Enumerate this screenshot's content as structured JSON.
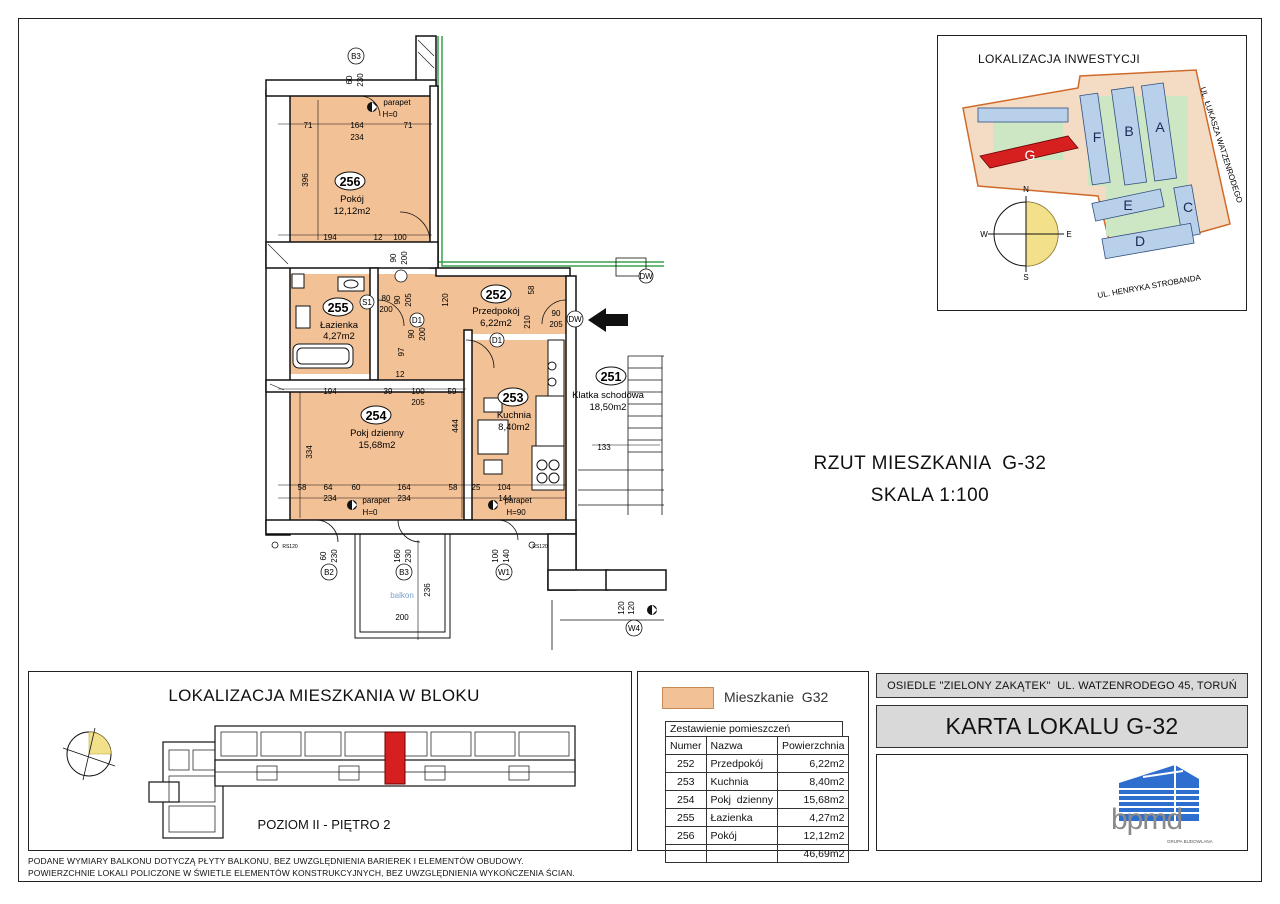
{
  "plan": {
    "title": "RZUT MIESZKANIA  G-32",
    "scale": "SKALA 1:100",
    "rooms": [
      {
        "num": "256",
        "name": "Pokój",
        "area": "12,12m2"
      },
      {
        "num": "255",
        "name": "Łazienka",
        "area": "4,27m2"
      },
      {
        "num": "252",
        "name": "Przedpokój",
        "area": "6,22m2"
      },
      {
        "num": "254",
        "name": "Pokj  dzienny",
        "area": "15,68m2"
      },
      {
        "num": "253",
        "name": "Kuchnia",
        "area": "8,40m2"
      },
      {
        "num": "251",
        "name": "Klatka schodowa",
        "area": "18,50m2"
      }
    ],
    "labels": {
      "b3_top": "B3",
      "b2": "B2",
      "b3_bottom": "B3",
      "w1": "W1",
      "w4": "W4",
      "d1a": "D1",
      "d1b": "D1",
      "s1": "S1",
      "dw1": "DW",
      "dw2": "DW",
      "parapet_top": "parapet",
      "h0_top": "H=0",
      "parapet_mid": "parapet",
      "h0_mid": "H=0",
      "parapet_right": "parapet",
      "h90": "H=90",
      "balkon": "balkon",
      "rs120a": "RS120",
      "rs120b": "RS120"
    },
    "dims": {
      "d60a": "60",
      "d230a": "230",
      "d71a": "71",
      "d164a": "164",
      "d234a": "234",
      "d71b": "71",
      "d396": "396",
      "d194a": "194",
      "d12a": "12",
      "d100a": "100",
      "d90a": "90",
      "d200a": "200",
      "d80": "80",
      "d200b": "200",
      "d90b": "90",
      "d205a": "205",
      "d120": "120",
      "d58a": "58",
      "d210": "210",
      "d90c": "90",
      "d205b": "205",
      "d97": "97",
      "d90d": "90",
      "d200c": "200",
      "d12b": "12",
      "d194b": "194",
      "d39": "39",
      "d100b": "100",
      "d205c": "205",
      "d59": "59",
      "d444": "444",
      "d334": "334",
      "d133": "133",
      "d58b": "58",
      "d64": "64",
      "d60b": "60",
      "d164b": "164",
      "d58c": "58",
      "d25": "25",
      "d104": "104",
      "d234b": "234",
      "d234c": "234",
      "d144": "144",
      "d60c": "60",
      "d230b": "230",
      "d160": "160",
      "d230c": "230",
      "d100c": "100",
      "d140": "140",
      "d236": "236",
      "d200d": "200",
      "d120b": "120",
      "d120c": "120"
    }
  },
  "investment": {
    "title": "LOKALIZACJA INWESTYCJI",
    "street1": "UL. ŁUKASZA WATZENRODEGO",
    "street2": "UL. HENRYKA STROBANDA",
    "buildings": [
      "G",
      "F",
      "B",
      "A",
      "E",
      "C",
      "D"
    ],
    "compass": {
      "n": "N",
      "e": "E",
      "s": "S",
      "w": "W"
    }
  },
  "block": {
    "title": "LOKALIZACJA MIESZKANIA W BLOKU",
    "level": "POZIOM II - PIĘTRO 2"
  },
  "legend": {
    "swatch_label": "Mieszkanie  G32",
    "table_title": "Zestawienie pomieszczeń",
    "headers": [
      "Numer",
      "Nazwa",
      "Powierzchnia"
    ],
    "rows": [
      [
        "252",
        "Przedpokój",
        "6,22m2"
      ],
      [
        "253",
        "Kuchnia",
        "8,40m2"
      ],
      [
        "254",
        "Pokj  dzienny",
        "15,68m2"
      ],
      [
        "255",
        "Łazienka",
        "4,27m2"
      ],
      [
        "256",
        "Pokój",
        "12,12m2"
      ],
      [
        "",
        "",
        "46,69m2"
      ]
    ]
  },
  "header": {
    "address": "OSIEDLE \"ZIELONY ZAKĄTEK\"  UL. WATZENRODEGO 45, TORUŃ",
    "card_title": "KARTA LOKALU G-32"
  },
  "logo": {
    "text": "bpmd",
    "sub": "GRUPA BUDOWLANA"
  },
  "notes": [
    "PODANE WYMIARY BALKONU DOTYCZĄ PŁYTY BALKONU, BEZ UWZGLĘDNIENIA BARIEREK I ELEMENTÓW OBUDOWY.",
    "POWIERZCHNIE LOKALI POLICZONE W ŚWIETLE ELEMENTÓW KONSTRUKCYJNYCH, BEZ UWZGLĘDNIENIA WYKOŃCZENIA ŚCIAN."
  ],
  "colors": {
    "apartment": "#f2c196",
    "highlight": "#d62020",
    "building": "#b8d0ea",
    "courtyard": "#cde6c3",
    "green": "#3aa24a",
    "panel": "#d9d9d9"
  }
}
